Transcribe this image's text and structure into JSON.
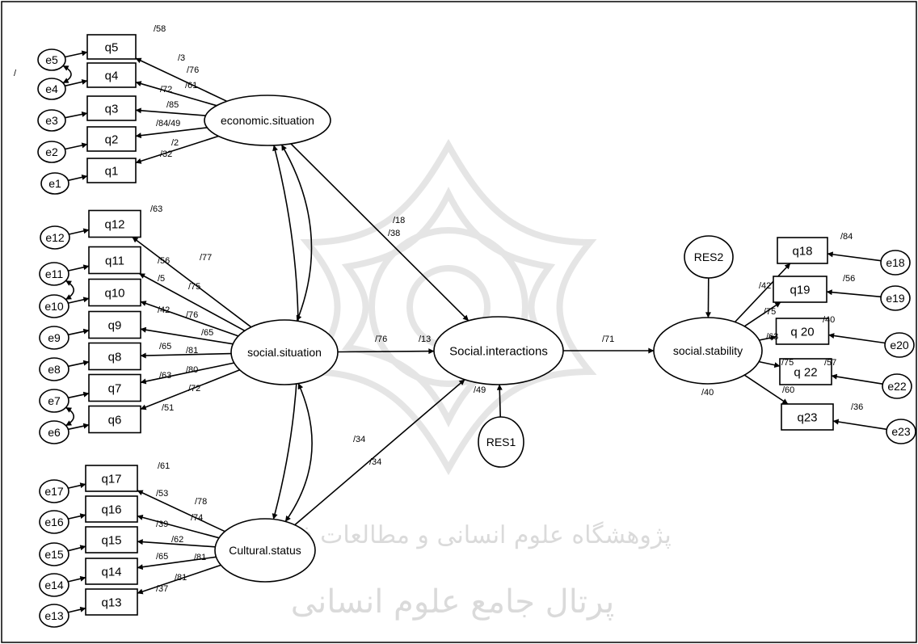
{
  "nodes": {
    "e1": {
      "kind": "error",
      "label": "e1"
    },
    "e2": {
      "kind": "error",
      "label": "e2"
    },
    "e3": {
      "kind": "error",
      "label": "e3"
    },
    "e4": {
      "kind": "error",
      "label": "e4"
    },
    "e5": {
      "kind": "error",
      "label": "e5"
    },
    "e6": {
      "kind": "error",
      "label": "e6"
    },
    "e7": {
      "kind": "error",
      "label": "e7"
    },
    "e8": {
      "kind": "error",
      "label": "e8"
    },
    "e9": {
      "kind": "error",
      "label": "e9"
    },
    "e10": {
      "kind": "error",
      "label": "e10"
    },
    "e11": {
      "kind": "error",
      "label": "e11"
    },
    "e12": {
      "kind": "error",
      "label": "e12"
    },
    "e13": {
      "kind": "error",
      "label": "e13"
    },
    "e14": {
      "kind": "error",
      "label": "e14"
    },
    "e15": {
      "kind": "error",
      "label": "e15"
    },
    "e16": {
      "kind": "error",
      "label": "e16"
    },
    "e17": {
      "kind": "error",
      "label": "e17"
    },
    "e18": {
      "kind": "error",
      "label": "e18"
    },
    "e19": {
      "kind": "error",
      "label": "e19"
    },
    "e20": {
      "kind": "error",
      "label": "e20"
    },
    "e22": {
      "kind": "error",
      "label": "e22"
    },
    "e23": {
      "kind": "error",
      "label": "e23"
    },
    "q1": {
      "kind": "observed",
      "label": "q1"
    },
    "q2": {
      "kind": "observed",
      "label": "q2"
    },
    "q3": {
      "kind": "observed",
      "label": "q3"
    },
    "q4": {
      "kind": "observed",
      "label": "q4"
    },
    "q5": {
      "kind": "observed",
      "label": "q5"
    },
    "q6": {
      "kind": "observed",
      "label": "q6"
    },
    "q7": {
      "kind": "observed",
      "label": "q7"
    },
    "q8": {
      "kind": "observed",
      "label": "q8"
    },
    "q9": {
      "kind": "observed",
      "label": "q9"
    },
    "q10": {
      "kind": "observed",
      "label": "q10"
    },
    "q11": {
      "kind": "observed",
      "label": "q11"
    },
    "q12": {
      "kind": "observed",
      "label": "q12"
    },
    "q13": {
      "kind": "observed",
      "label": "q13"
    },
    "q14": {
      "kind": "observed",
      "label": "q14"
    },
    "q15": {
      "kind": "observed",
      "label": "q15"
    },
    "q16": {
      "kind": "observed",
      "label": "q16"
    },
    "q17": {
      "kind": "observed",
      "label": "q17"
    },
    "q18": {
      "kind": "observed",
      "label": "q18"
    },
    "q19": {
      "kind": "observed",
      "label": "q19"
    },
    "q20": {
      "kind": "observed",
      "label": "q 20"
    },
    "q22": {
      "kind": "observed",
      "label": "q 22"
    },
    "q23": {
      "kind": "observed",
      "label": "q23"
    },
    "econ": {
      "kind": "latent",
      "label": "economic.situation"
    },
    "social": {
      "kind": "latent",
      "label": "social.situation"
    },
    "cult": {
      "kind": "latent",
      "label": "Cultural.status"
    },
    "inter": {
      "kind": "latent",
      "label": "Social.interactions"
    },
    "stab": {
      "kind": "latent",
      "label": "social.stability"
    },
    "res1": {
      "kind": "error",
      "label": "RES1"
    },
    "res2": {
      "kind": "error",
      "label": "RES2"
    }
  },
  "edges": [
    {
      "from": "e5",
      "to": "q5"
    },
    {
      "from": "e4",
      "to": "q4"
    },
    {
      "from": "e3",
      "to": "q3"
    },
    {
      "from": "e2",
      "to": "q2"
    },
    {
      "from": "e1",
      "to": "q1"
    },
    {
      "from": "e12",
      "to": "q12"
    },
    {
      "from": "e11",
      "to": "q11"
    },
    {
      "from": "e10",
      "to": "q10"
    },
    {
      "from": "e9",
      "to": "q9"
    },
    {
      "from": "e8",
      "to": "q8"
    },
    {
      "from": "e7",
      "to": "q7"
    },
    {
      "from": "e6",
      "to": "q6"
    },
    {
      "from": "e17",
      "to": "q17"
    },
    {
      "from": "e16",
      "to": "q16"
    },
    {
      "from": "e15",
      "to": "q15"
    },
    {
      "from": "e14",
      "to": "q14"
    },
    {
      "from": "e13",
      "to": "q13"
    },
    {
      "from": "e18",
      "to": "q18"
    },
    {
      "from": "e19",
      "to": "q19"
    },
    {
      "from": "e20",
      "to": "q20"
    },
    {
      "from": "e22",
      "to": "q22"
    },
    {
      "from": "e23",
      "to": "q23"
    },
    {
      "from": "econ",
      "to": "q5"
    },
    {
      "from": "econ",
      "to": "q4"
    },
    {
      "from": "econ",
      "to": "q3"
    },
    {
      "from": "econ",
      "to": "q2"
    },
    {
      "from": "econ",
      "to": "q1"
    },
    {
      "from": "social",
      "to": "q12"
    },
    {
      "from": "social",
      "to": "q11"
    },
    {
      "from": "social",
      "to": "q10"
    },
    {
      "from": "social",
      "to": "q9"
    },
    {
      "from": "social",
      "to": "q8"
    },
    {
      "from": "social",
      "to": "q7"
    },
    {
      "from": "social",
      "to": "q6"
    },
    {
      "from": "cult",
      "to": "q17"
    },
    {
      "from": "cult",
      "to": "q16"
    },
    {
      "from": "cult",
      "to": "q15"
    },
    {
      "from": "cult",
      "to": "q14"
    },
    {
      "from": "cult",
      "to": "q13"
    },
    {
      "from": "stab",
      "to": "q18"
    },
    {
      "from": "stab",
      "to": "q19"
    },
    {
      "from": "stab",
      "to": "q20"
    },
    {
      "from": "stab",
      "to": "q22"
    },
    {
      "from": "stab",
      "to": "q23"
    },
    {
      "from": "econ",
      "to": "inter"
    },
    {
      "from": "social",
      "to": "inter"
    },
    {
      "from": "cult",
      "to": "inter"
    },
    {
      "from": "inter",
      "to": "stab"
    },
    {
      "from": "res1",
      "to": "inter"
    },
    {
      "from": "res2",
      "to": "stab"
    }
  ],
  "covariances": [
    {
      "a": "econ",
      "b": "social"
    },
    {
      "a": "econ",
      "b": "cult"
    },
    {
      "a": "social",
      "b": "cult"
    },
    {
      "a": "e4",
      "b": "e5"
    },
    {
      "a": "e10",
      "b": "e11"
    },
    {
      "a": "e6",
      "b": "e7"
    }
  ],
  "labels": [
    "/58",
    "/76",
    "/3",
    "/61",
    "/72",
    "/85",
    "/84",
    "/49",
    "/2",
    "/32",
    "/63",
    "/77",
    "/56",
    "/75",
    "/5",
    "/76",
    "/42",
    "/65",
    "/65",
    "/81",
    "/63",
    "/80",
    "/72",
    "/51",
    "/61",
    "/78",
    "/53",
    "/74",
    "/39",
    "/62",
    "/65",
    "/81",
    "/81",
    "/37",
    "/18",
    "/38",
    "/76",
    "/13",
    "/34",
    "/34",
    "/49",
    "/71",
    "/40",
    "/84",
    "/42",
    "/56",
    "/75",
    "/40",
    "/63",
    "/75",
    "/57",
    "/60",
    "/36",
    "/"
  ],
  "watermark": {
    "line1": "پژوهشگاه علوم انسانی و مطالعات فرهنگی",
    "line2": "پرتال جامع علوم انسانی"
  }
}
